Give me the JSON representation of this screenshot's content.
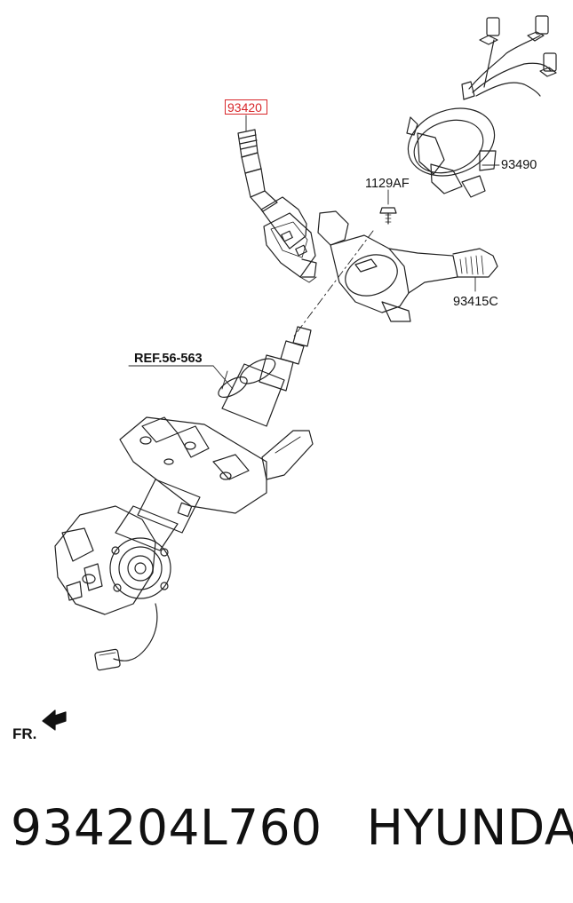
{
  "diagram": {
    "highlighted_part": "93420",
    "labels": {
      "p93490": "93490",
      "p1129af": "1129AF",
      "p93415c": "93415C",
      "ref": "REF.56-563",
      "fr": "FR."
    },
    "colors": {
      "highlight": "#d8262a",
      "line": "#222222"
    }
  },
  "footer": {
    "part_number": "934204L760",
    "brand": "HYUNDAI"
  }
}
